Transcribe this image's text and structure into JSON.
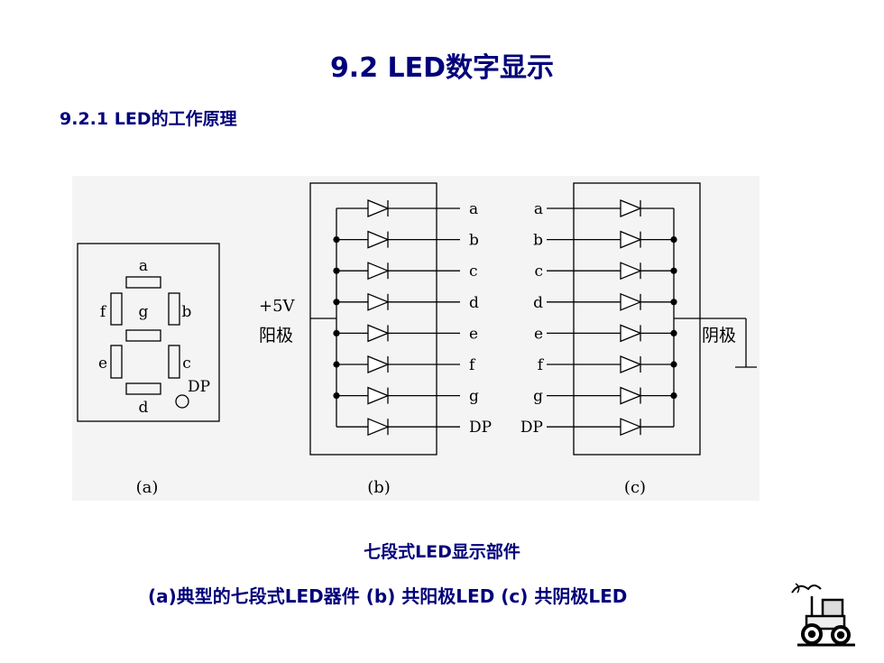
{
  "title": "9.2 LED数字显示",
  "subtitle": "9.2.1 LED的工作原理",
  "figure": {
    "panel_a": {
      "label": "(a)",
      "segments": [
        "a",
        "b",
        "c",
        "d",
        "e",
        "f",
        "g"
      ],
      "dp": "DP"
    },
    "panel_b": {
      "label": "(b)",
      "supply": "+5V",
      "common_label": "阳极",
      "pins": [
        "a",
        "b",
        "c",
        "d",
        "e",
        "f",
        "g",
        "DP"
      ]
    },
    "panel_c": {
      "label": "(c)",
      "common_label": "阴极",
      "pins": [
        "a",
        "b",
        "c",
        "d",
        "e",
        "f",
        "g",
        "DP"
      ]
    }
  },
  "caption_line1": "七段式LED显示部件",
  "caption_line2": "(a)典型的七段式LED器件 (b) 共阳极LED (c) 共阴极LED",
  "colors": {
    "text": "#00007a",
    "figure_bg": "#f4f4f4"
  }
}
